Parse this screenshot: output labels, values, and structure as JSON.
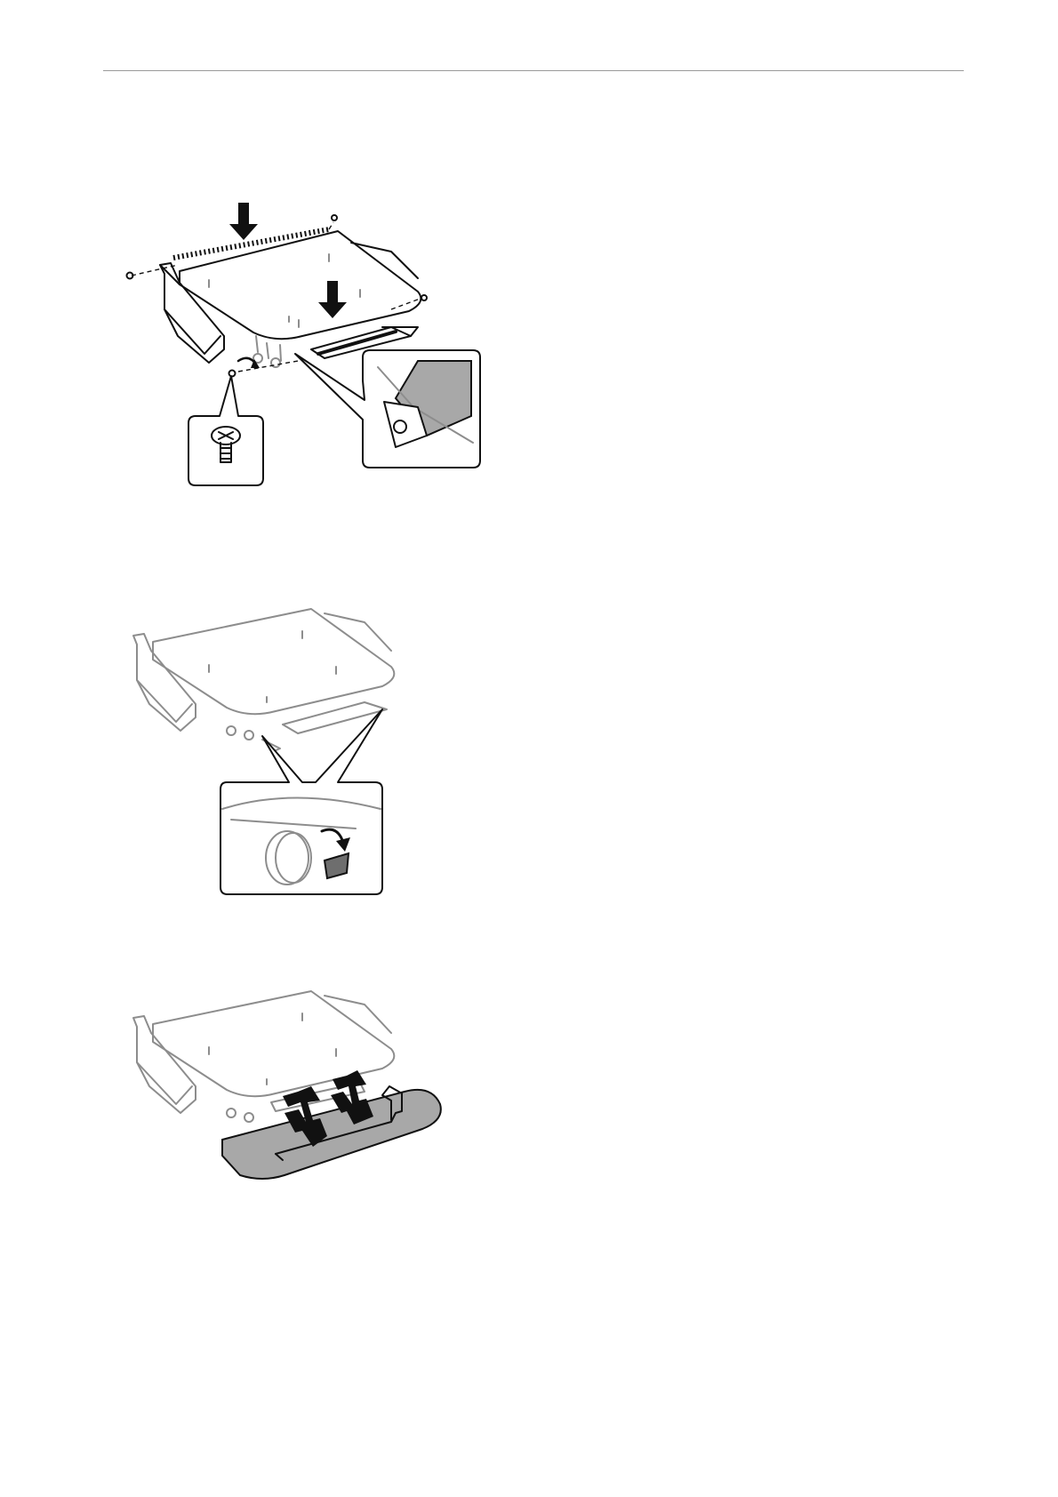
{
  "page": {
    "header_rule": true,
    "figures": [
      {
        "id": "step-1",
        "icons": [
          "down-arrow-icon",
          "screw-icon",
          "rotate-arrow-icon",
          "bracket-detail-callout"
        ]
      },
      {
        "id": "step-2",
        "icons": [
          "caster-lock-callout",
          "press-down-arrow-icon"
        ]
      },
      {
        "id": "step-3",
        "icons": [
          "front-cover-icon",
          "insert-arrow-icon"
        ]
      }
    ]
  },
  "colors": {
    "line": "#111111",
    "light_line": "#8d8d8d",
    "gray_fill": "#a8a8a8",
    "dark_gray_fill": "#6e6e6e",
    "background": "#ffffff"
  }
}
